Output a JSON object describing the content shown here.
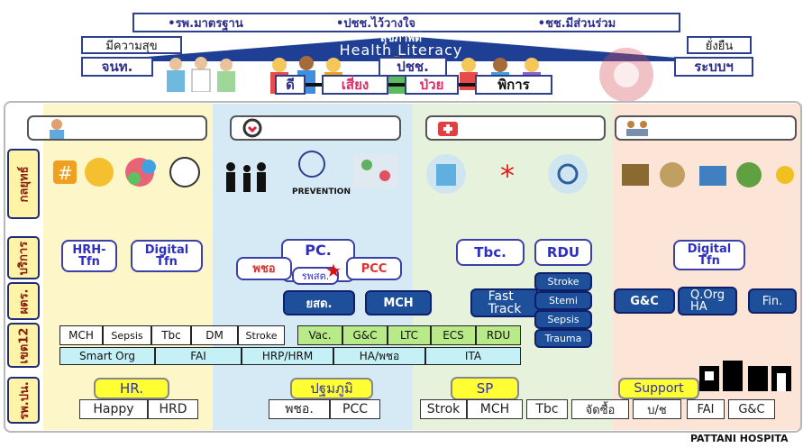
{
  "top": {
    "banner": [
      "•รพ.มาตรฐาน",
      "•ปชช.ไว้วางใจ",
      "•ชช.มีส่วนร่วม"
    ],
    "health_thai": "สุขภาพดี",
    "health_en": "Health Literacy",
    "left_label": "มีความสุข",
    "right_label": "ยั่งยืน",
    "staff_label": "จนท.",
    "people_label": "ปชช.",
    "system_label": "ระบบฯ",
    "stages": [
      "ดี",
      "เสี่ยง",
      "ป่วย",
      "พิการ"
    ]
  },
  "row_labels": [
    "กลยุทธ์",
    "บริการ",
    "ผตร.",
    "เขต12",
    "รพ.ปน."
  ],
  "service": {
    "c1": [
      "HRH-\nTfn",
      "Digital\nTfn"
    ],
    "pc": "PC.",
    "phcho": "พชอ",
    "rph": "รพสต.",
    "pcc": "PCC",
    "ysd": "ยสด.",
    "mch": "MCH",
    "tbc": "Tbc.",
    "rdu": "RDU",
    "fast_track": "Fast\nTrack",
    "stroke_list": [
      "Stroke",
      "Stemi",
      "Sepsis",
      "Trauma"
    ],
    "digital_tfn": "Digital\nTfn",
    "gc": "G&C",
    "qorg": "Q.Org\nHA",
    "fin": "Fin."
  },
  "region12": {
    "row1": [
      "MCH",
      "Sepsis",
      "Tbc",
      "DM",
      "Stroke",
      "Vac.",
      "G&C",
      "LTC",
      "ECS",
      "RDU"
    ],
    "row2": [
      "Smart Org",
      "FAI",
      "HRP/HRM",
      "HA/พชอ",
      "ITA"
    ]
  },
  "hospital": {
    "hr": "HR.",
    "hr_items": [
      "Happy",
      "HRD"
    ],
    "primary": "ปฐมภูมิ",
    "primary_items": [
      "พชอ.",
      "PCC"
    ],
    "sp": "SP",
    "sp_items": [
      "Strok",
      "MCH",
      "Tbc"
    ],
    "support": "Support",
    "support_items": [
      "จัดซื้อ",
      "บ/ช",
      "FAI",
      "G&C"
    ],
    "logo_text": "PATTANI HOSPITA"
  },
  "colors": {
    "col1": "#fdf6c8",
    "col2": "#d6eaf5",
    "col3": "#e6f2dc",
    "col4": "#fce5d6",
    "navy": "#1d4f9a",
    "yellow": "#ffff33"
  }
}
